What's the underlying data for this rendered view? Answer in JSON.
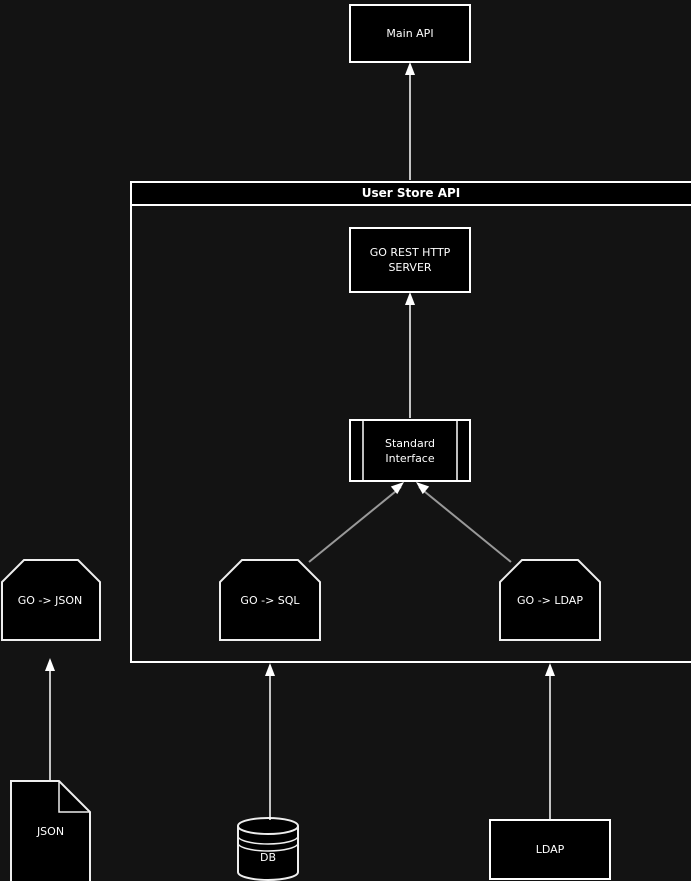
{
  "diagram": {
    "background_color": "#131313",
    "node_fill_color": "#000000",
    "stroke_color": "#ffffff",
    "dependency_connector_color": "#999999",
    "container": {
      "title": "User Store API"
    },
    "nodes": {
      "main_api": {
        "label": "Main API"
      },
      "go_rest_server": {
        "line1": "GO REST HTTP",
        "line2": "SERVER"
      },
      "standard_interface": {
        "line1": "Standard",
        "line2": "Interface"
      },
      "go_sql": {
        "label": "GO -> SQL"
      },
      "go_ldap": {
        "label": "GO -> LDAP"
      },
      "go_json": {
        "label": "GO -> JSON"
      },
      "json_file": {
        "label": "JSON"
      },
      "db": {
        "label": "DB"
      },
      "ldap": {
        "label": "LDAP"
      }
    }
  }
}
